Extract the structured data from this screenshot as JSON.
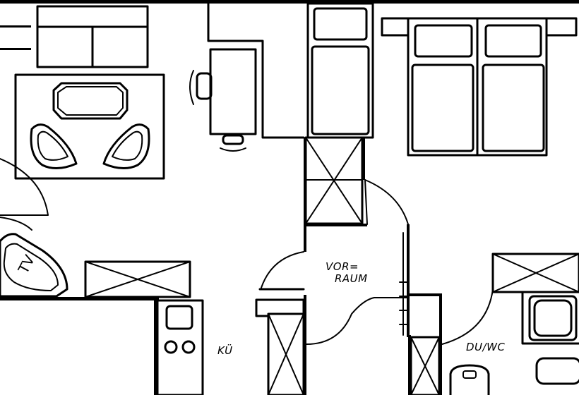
{
  "rooms": {
    "hall": {
      "line1": "VOR=",
      "line2": "RAUM"
    },
    "kitchen": {
      "label": "KÜ"
    },
    "bathroom": {
      "label": "DU/WC"
    }
  },
  "furniture": {
    "tv": {
      "label": "TV"
    }
  }
}
